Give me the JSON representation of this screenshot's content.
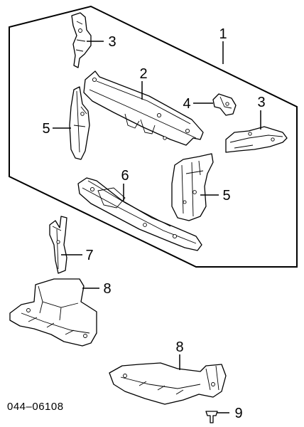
{
  "diagram": {
    "callouts": {
      "c1": "1",
      "c2": "2",
      "c3a": "3",
      "c3b": "3",
      "c4": "4",
      "c5a": "5",
      "c5b": "5",
      "c6": "6",
      "c7": "7",
      "c8a": "8",
      "c8b": "8",
      "c9": "9"
    },
    "reference_code": "044–06108"
  }
}
